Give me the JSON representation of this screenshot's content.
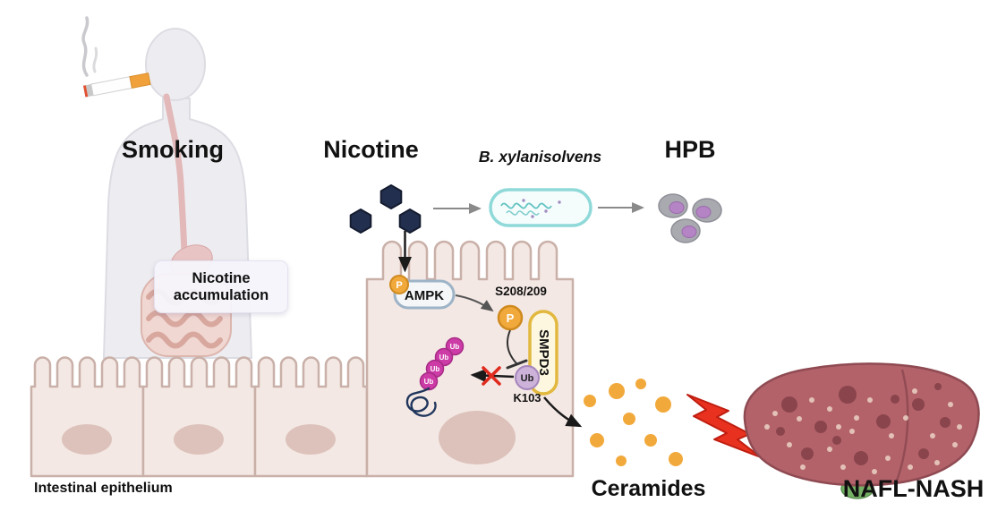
{
  "figure": {
    "person": {
      "smoking_label": "Smoking"
    },
    "nicotine": {
      "label": "Nicotine"
    },
    "bacterium": {
      "label": "B. xylanisolvens"
    },
    "hpb": {
      "label": "HPB"
    },
    "accumulation": {
      "line1": "Nicotine",
      "line2": "accumulation"
    },
    "cell_pathway": {
      "ampk_label": "AMPK",
      "phospho_label": "P",
      "phospho_site_label": "S208/209",
      "smpd3_label": "SMPD3",
      "ubiquitin_label": "Ub",
      "ubiquitin_site_label": "K103"
    },
    "epithelium": {
      "label": "Intestinal epithelium"
    },
    "ceramides": {
      "label": "Ceramides"
    },
    "liver": {
      "label": "NAFL-NASH"
    }
  },
  "colors": {
    "phospho_fill": "#F2A93B",
    "ubiquitin_fill": "#CDB2D9",
    "ubiquitin_chain_fill": "#CC3BA6",
    "smpd3_stroke": "#E2B83E",
    "ampk_stroke": "#9DB3C7",
    "bacterium_stroke": "#8FD9D9",
    "nicotine_hexagon_fill": "#232F4E",
    "ceramide_dot_fill": "#F2A93B",
    "lightning_fill": "#E8321F",
    "liver_fill": "#B3626A",
    "epithelium_fill": "#F4E8E4",
    "blocked_cross": "#E02A1E"
  }
}
